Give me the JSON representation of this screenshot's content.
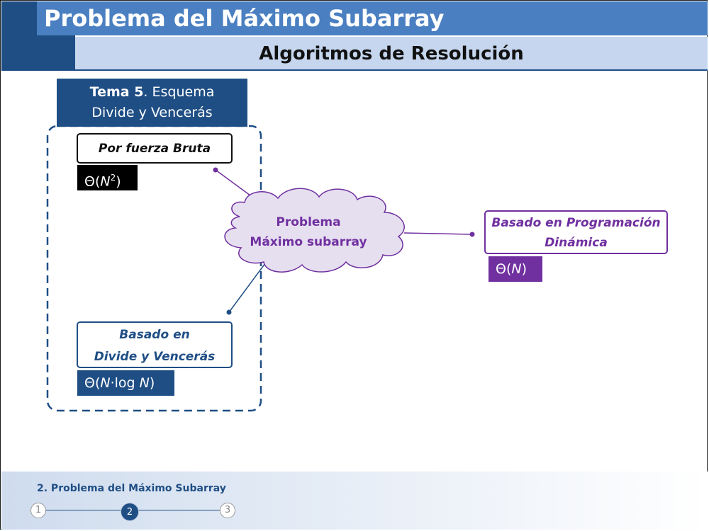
{
  "header": {
    "title": "Problema del Máximo Subarray",
    "subtitle": "Algoritmos de Resolución"
  },
  "tema": {
    "bold": "Tema 5",
    "rest1": ". Esquema",
    "line2": "Divide y Vencerás"
  },
  "nodes": {
    "bruta": {
      "label": "Por fuerza Bruta",
      "complexity_prefix": "Θ(",
      "complexity_var": "N",
      "complexity_sup": "2",
      "complexity_suffix": ")"
    },
    "dyv": {
      "line1": "Basado en",
      "line2": "Divide y Vencerás",
      "complexity_prefix": "Θ(",
      "complexity_var1": "N",
      "complexity_mid": "·log ",
      "complexity_var2": "N",
      "complexity_suffix": ")"
    },
    "pd": {
      "line1": "Basado en Programación",
      "line2": "Dinámica",
      "complexity_prefix": "Θ(",
      "complexity_var": "N",
      "complexity_suffix": ")"
    },
    "center": {
      "line1": "Problema",
      "line2": "Máximo subarray"
    }
  },
  "footer": {
    "section": "2. Problema del Máximo Subarray",
    "steps": [
      "1",
      "2",
      "3"
    ],
    "current_step": 2
  },
  "colors": {
    "dark_blue": "#1f4e85",
    "header_blue": "#4a7fc1",
    "light_blue": "#c5d6ee",
    "purple": "#7030a0",
    "cloud_fill": "#e6dff0"
  }
}
